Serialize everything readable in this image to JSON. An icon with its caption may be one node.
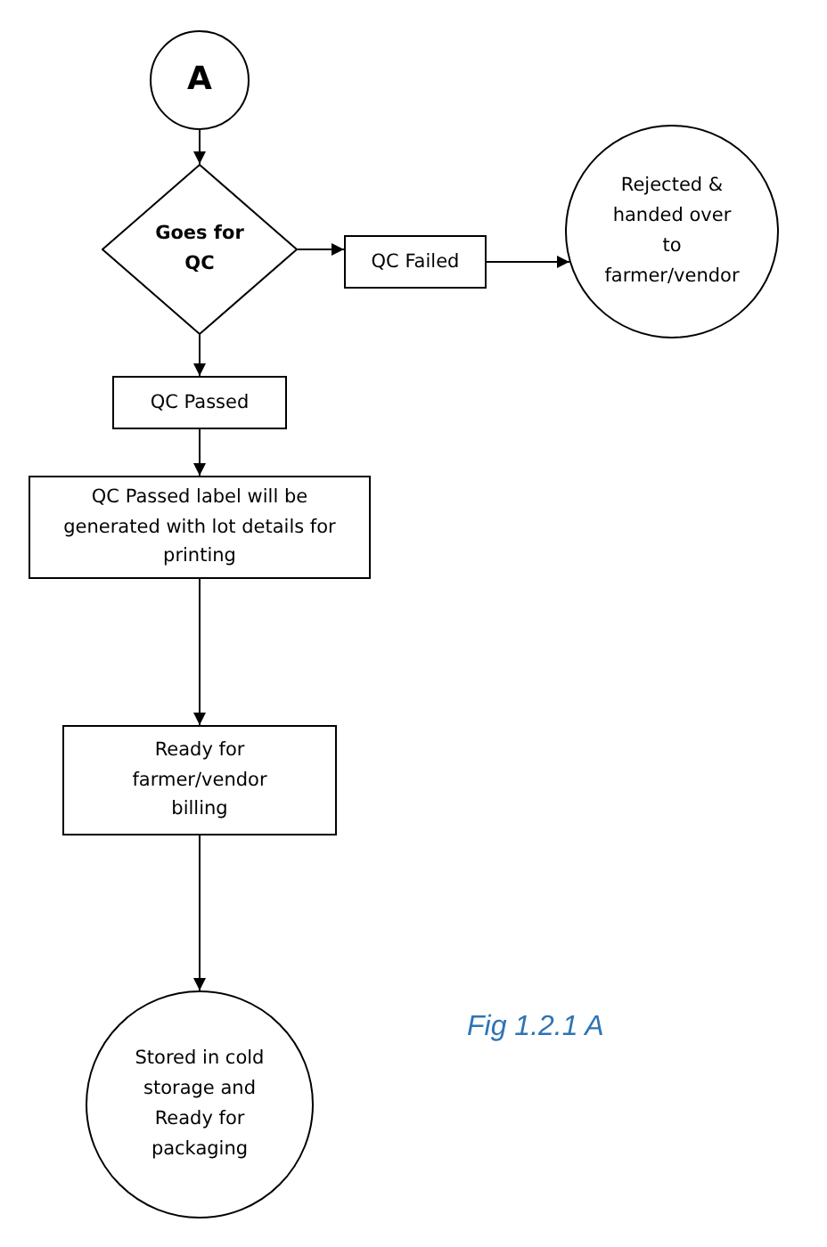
{
  "diagram": {
    "caption": "Fig 1.2.1 A",
    "nodes": [
      {
        "text": [
          "A"
        ]
      },
      {
        "text": [
          "Goes for QC"
        ]
      },
      {
        "text": [
          "QC Failed"
        ]
      },
      {
        "text": [
          "Rejected & handed over to farmer/vendor"
        ]
      },
      {
        "text": [
          "QC Passed"
        ]
      },
      {
        "text": [
          "QC Passed label will be generated with lot details for printing"
        ]
      },
      {
        "text": [
          "Ready for farmer/vendor billing"
        ]
      },
      {
        "text": [
          "Stored in cold storage and Ready for packaging"
        ]
      }
    ],
    "edges": [
      {
        "from": 0,
        "to": 1,
        "arrow": "to"
      },
      {
        "from": 1,
        "to": 2,
        "arrow": "to"
      },
      {
        "from": 2,
        "to": 3,
        "arrow": "to"
      },
      {
        "from": 1,
        "to": 4,
        "arrow": "to"
      },
      {
        "from": 4,
        "to": 5,
        "arrow": "to"
      },
      {
        "from": 5,
        "to": 6,
        "arrow": "to"
      },
      {
        "from": 6,
        "to": 7,
        "arrow": "to"
      }
    ]
  }
}
